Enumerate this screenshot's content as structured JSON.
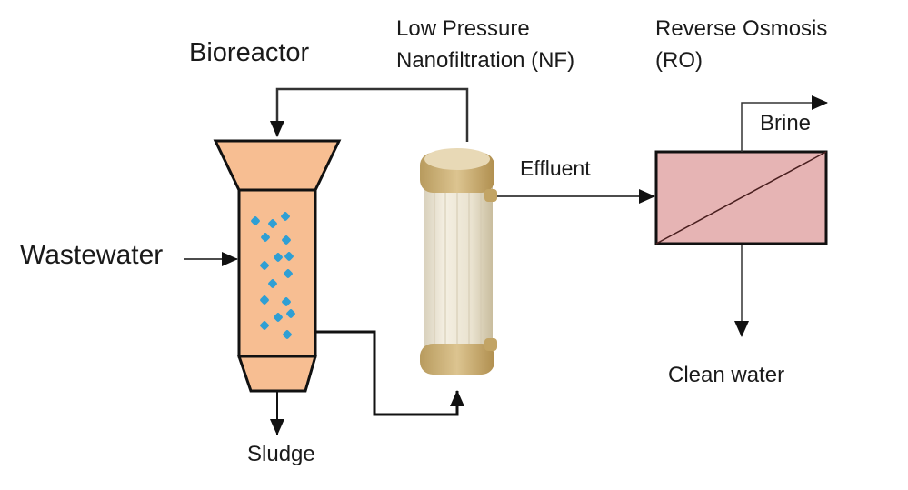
{
  "title": "Wastewater treatment process: Bioreactor, Low Pressure Nanofiltration and Reverse Osmosis",
  "labels": {
    "bioreactor": "Bioreactor",
    "nf_line1": "Low Pressure",
    "nf_line2": "Nanofiltration (NF)",
    "ro_line1": "Reverse Osmosis",
    "ro_line2": "(RO)",
    "wastewater": "Wastewater",
    "effluent": "Effluent",
    "brine": "Brine",
    "clean_water": "Clean water",
    "sludge": "Sludge"
  },
  "colors": {
    "bioreactor_fill": "#f7be92",
    "particles": "#2f9fd4",
    "ro_fill": "#e6b4b4",
    "nf_cap": "#cdb277",
    "nf_body": "#ece6d6",
    "lines": "#111111"
  },
  "flows": [
    {
      "from": "Wastewater",
      "to": "Bioreactor"
    },
    {
      "from": "Bioreactor",
      "to": "Low Pressure Nanofiltration (NF)"
    },
    {
      "from": "Low Pressure Nanofiltration (NF)",
      "to": "Bioreactor",
      "note": "recycle"
    },
    {
      "from": "Bioreactor",
      "to": "Sludge"
    },
    {
      "from": "Low Pressure Nanofiltration (NF)",
      "to": "Reverse Osmosis (RO)",
      "label": "Effluent"
    },
    {
      "from": "Reverse Osmosis (RO)",
      "to": "Brine"
    },
    {
      "from": "Reverse Osmosis (RO)",
      "to": "Clean water"
    }
  ]
}
